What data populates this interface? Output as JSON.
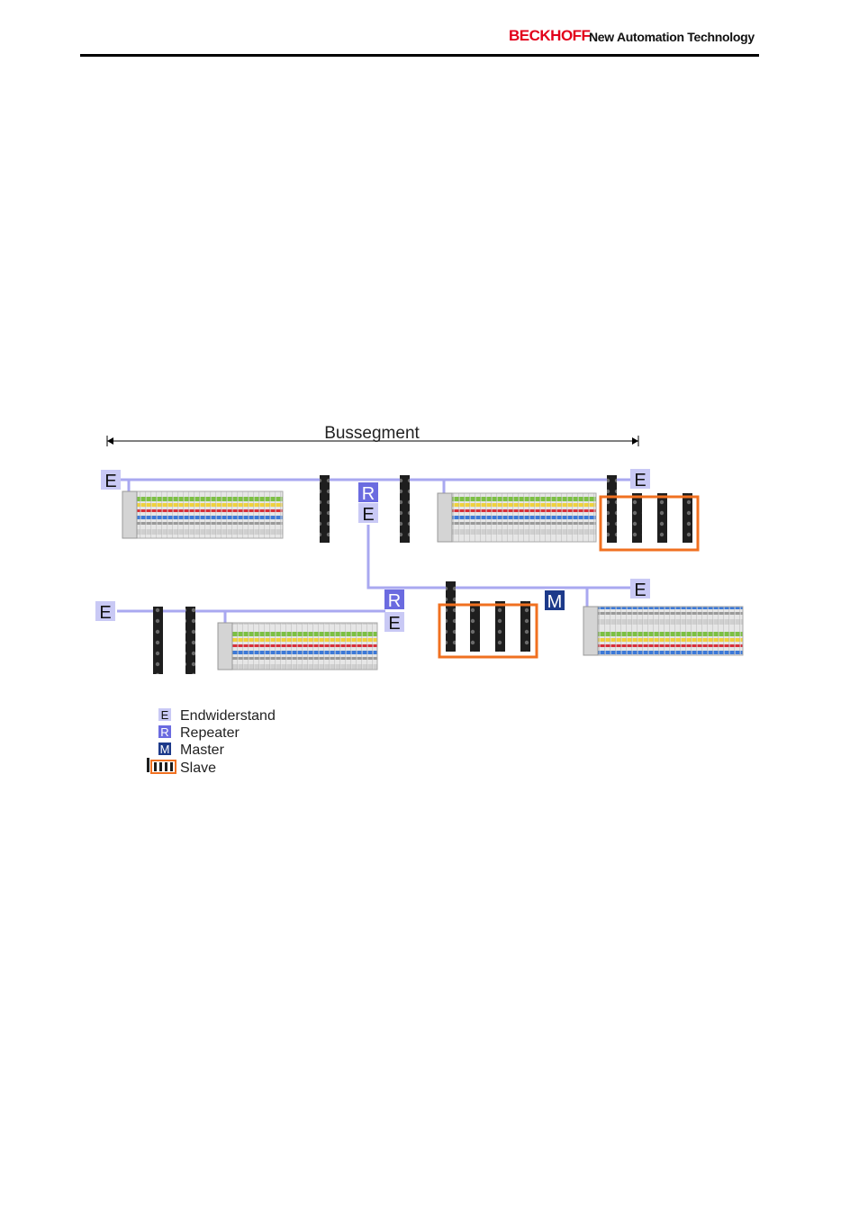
{
  "header": {
    "brand": "BECKHOFF",
    "tagline": "New Automation Technology"
  },
  "diagram": {
    "segment_label": "Bussegment",
    "badges": {
      "E": "E",
      "R": "R",
      "M": "M"
    },
    "colors": {
      "bus_line": "#a9a8f0",
      "badge_E_bg": "#c9c9f5",
      "badge_R_bg": "#6b6be0",
      "badge_M_bg": "#1d3a8a",
      "slave_frame": "#f07020"
    }
  },
  "legend": [
    {
      "key": "E",
      "text": "Endwiderstand"
    },
    {
      "key": "R",
      "text": "Repeater"
    },
    {
      "key": "M",
      "text": "Master"
    },
    {
      "key": "slave",
      "text": "Slave"
    }
  ]
}
